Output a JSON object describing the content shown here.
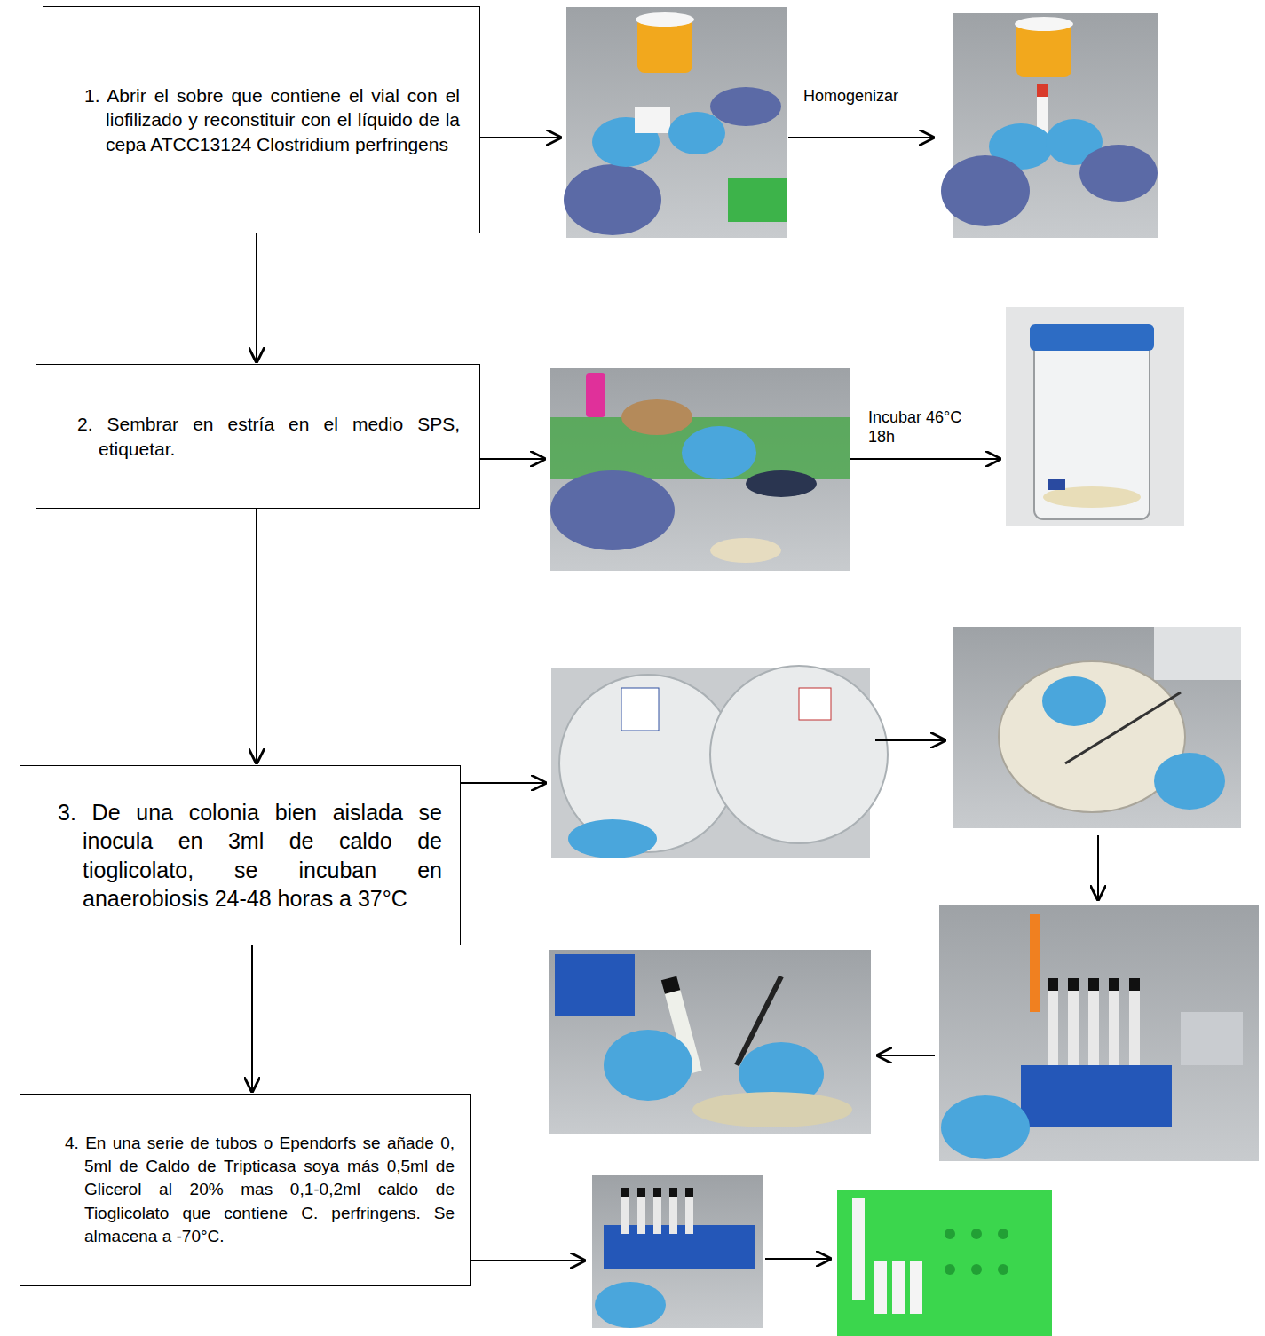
{
  "diagram": {
    "nodes": [
      {
        "text": [
          "1. Abrir el sobre que contiene el vial con el liofilizado y reconstituir con el líquido de la cepa ATCC13124 Clostridium perfringens"
        ]
      },
      {
        "text": [
          "2. Sembrar en estría en el medio SPS, etiquetar."
        ]
      },
      {
        "text": [
          "3. De una colonia bien aislada se inocula en 3ml de caldo de tioglicolato, se incuban en anaerobiosis 24-48 horas a 37°C"
        ]
      },
      {
        "text": [
          "4. En una serie de tubos o Ependorfs se añade 0, 5ml de Caldo de Tripticasa soya más 0,5ml de Glicerol al 20% mas 0,1-0,2ml caldo de Tioglicolato que contiene C. perfringens. Se almacena a -70°C."
        ]
      }
    ],
    "edges": [
      {
        "from": 0,
        "to": 1,
        "arrow": "to"
      },
      {
        "from": 1,
        "to": 2,
        "arrow": "to"
      },
      {
        "from": 2,
        "to": 3,
        "arrow": "to"
      }
    ],
    "labels": [
      "Homogenizar",
      "Incubar 46°C 18h"
    ]
  }
}
